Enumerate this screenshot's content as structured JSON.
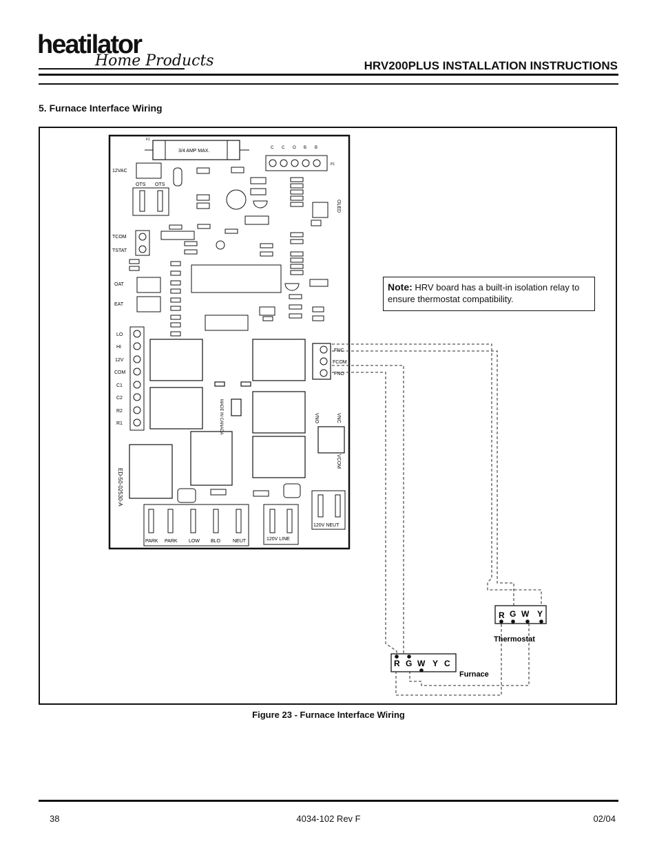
{
  "logo": {
    "main": "heatilator",
    "sub": "Home Products"
  },
  "header": {
    "title": "HRV200PLUS INSTALLATION INSTRUCTIONS"
  },
  "section": {
    "title": "5. Furnace Interface Wiring"
  },
  "note": {
    "label": "Note:",
    "text": "HRV board has a built-in isolation relay to ensure thermostat compatibility."
  },
  "board": {
    "fuse": "3/4 AMP MAX.",
    "power": "12VAC",
    "ots1": "OTS",
    "ots2": "OTS",
    "tcom": "TCOM",
    "tstat": "TSTAT",
    "oat": "OAT",
    "eat": "EAT",
    "left_terminals": [
      "LO",
      "HI",
      "12V",
      "COM",
      "C1",
      "C2",
      "R2",
      "R1"
    ],
    "right_terminals": [
      "FNC",
      "FCOM",
      "FNO"
    ],
    "vnc": "VNC",
    "vno": "VNO",
    "vcom": "VCOM",
    "made_in": "MADE IN CANADA",
    "part_no": "ED-50-02530-A",
    "bottom_terminals": [
      "PARK",
      "PARK",
      "LOW",
      "BLO",
      "NEUT"
    ],
    "line": "120V LINE",
    "neut120": "120V NEUT",
    "oled": "OLED",
    "top_header": [
      "C",
      "C",
      "O",
      "B",
      "B"
    ]
  },
  "furnace": {
    "label": "Furnace",
    "terminals": [
      "R",
      "G",
      "W",
      "Y",
      "C"
    ]
  },
  "thermostat": {
    "label": "Thermostat",
    "terminals": [
      "R",
      "G",
      "W",
      "Y"
    ]
  },
  "caption": "Figure 23 - Furnace Interface Wiring",
  "footer": {
    "page": "38",
    "doc": "4034-102 Rev F",
    "date": "02/04"
  }
}
